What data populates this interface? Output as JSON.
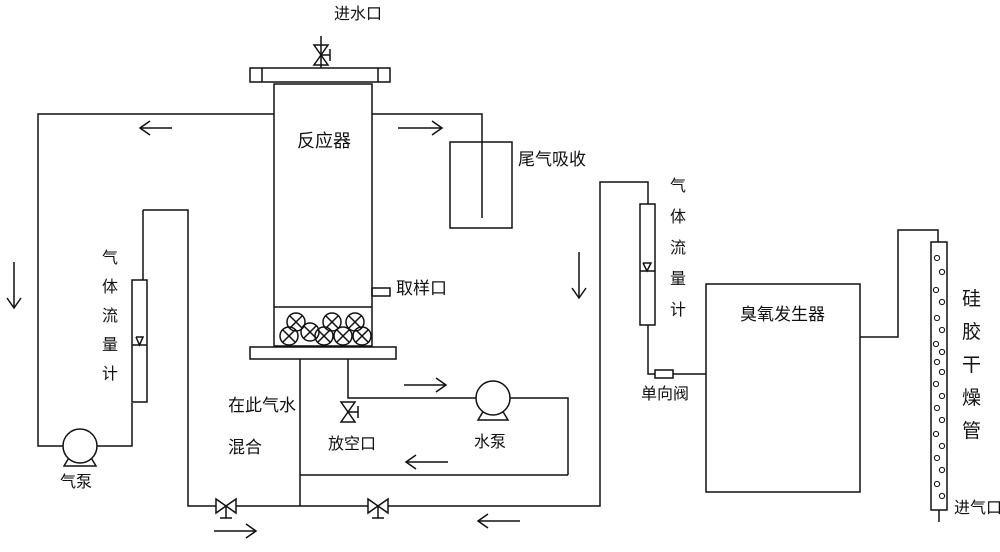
{
  "labels": {
    "water_inlet": "进水口",
    "reactor": "反应器",
    "tail_gas_absorption": "尾气吸收",
    "sampling_port": "取样口",
    "gas_water_mixing_line1": "在此气水",
    "gas_water_mixing_line2": "混合",
    "vent_port": "放空口",
    "water_pump": "水泵",
    "air_pump": "气泵",
    "check_valve": "单向阀",
    "ozone_generator": "臭氧发生器",
    "air_inlet": "进气口"
  },
  "vertical_labels": {
    "flowmeter_left": [
      "气",
      "体",
      "流",
      "量",
      "计"
    ],
    "flowmeter_right": [
      "气",
      "体",
      "流",
      "量",
      "计"
    ],
    "silica_gel_drying_tube": [
      "硅",
      "胶",
      "干",
      "燥",
      "管"
    ]
  }
}
